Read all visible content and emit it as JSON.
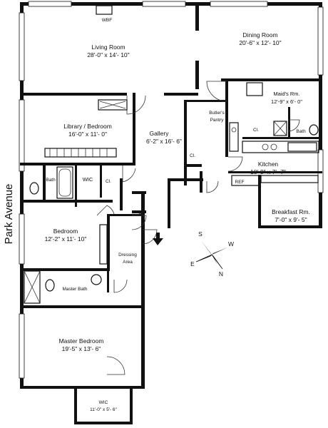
{
  "street": "Park Avenue",
  "rooms": {
    "living_room": {
      "name": "Living Room",
      "dims": "28'-0\" x 14'- 10\""
    },
    "dining_room": {
      "name": "Dining Room",
      "dims": "20'-6\" x 12'- 10\""
    },
    "maids_room": {
      "name": "Maid's Rm.",
      "dims": "12'-9\" x 6'- 0\""
    },
    "butlers_pantry": {
      "line1": "Butler's",
      "line2": "Pantry"
    },
    "library": {
      "name": "Library / Bedroom",
      "dims": "16'-0\" x 11'- 0\""
    },
    "gallery": {
      "name": "Gallery",
      "dims": "6'-2\" x 16'- 6\""
    },
    "kitchen": {
      "name": "Kitchen",
      "dims": "18'-9\" x 7'- 7\""
    },
    "breakfast": {
      "name": "Breakfast Rm.",
      "dims": "7'-0\" x 9'- 5\""
    },
    "bedroom": {
      "name": "Bedroom",
      "dims": "12'-2\" x 11'- 10\""
    },
    "dressing": {
      "line1": "Dressing",
      "line2": "Area"
    },
    "master_bath": {
      "name": "Master Bath"
    },
    "master_bedroom": {
      "name": "Master Bedroom",
      "dims": "19'-5\" x 13'- 6\""
    },
    "wic_master": {
      "name": "WIC",
      "dims": "11'-0\" x 5'- 6\""
    }
  },
  "small_labels": {
    "wbf": "WBF",
    "bath_library": "Bath",
    "wic_library": "WIC",
    "closet": "Cl.",
    "bath_maid": "Bath",
    "fridge": "REF"
  },
  "compass": {
    "n": "N",
    "s": "S",
    "e": "E",
    "w": "W"
  }
}
